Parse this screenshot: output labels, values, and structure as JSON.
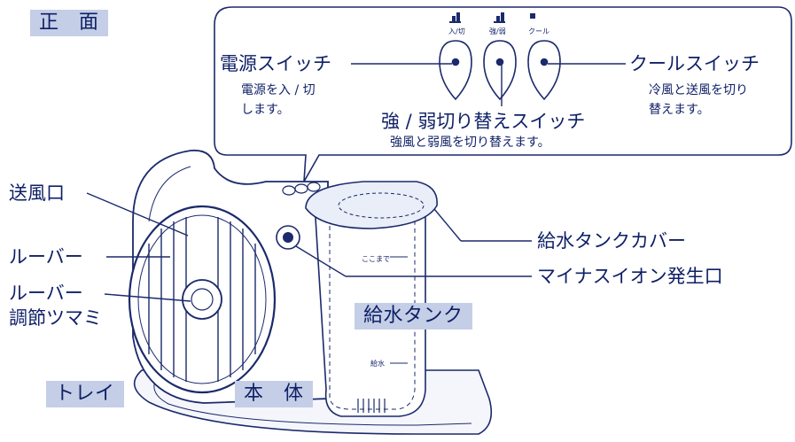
{
  "view_label": "正　面",
  "switch_panel": {
    "power_switch": {
      "title": "電源スイッチ",
      "desc_line1": "電源を入 / 切",
      "desc_line2": "します。",
      "tiny_label": "入/切"
    },
    "strength_switch": {
      "title": "強 / 弱切り替えスイッチ",
      "desc": "強風と弱風を切り替えます。",
      "tiny_label": "強/弱"
    },
    "cool_switch": {
      "title": "クールスイッチ",
      "desc_line1": "冷風と送風を切り",
      "desc_line2": "替えます。",
      "tiny_label": "クール"
    }
  },
  "callouts": {
    "outlet": "送風口",
    "louver": "ルーバー",
    "louver_knob_line1": "ルーバー",
    "louver_knob_line2": "調節ツマミ",
    "tank_cover": "給水タンクカバー",
    "ion_outlet": "マイナスイオン発生口"
  },
  "part_tags": {
    "tray": "トレイ",
    "body": "本　体",
    "water_tank": "給水タンク"
  },
  "tank_marks": {
    "fill_line": "ここまで",
    "min_line": "給水"
  }
}
